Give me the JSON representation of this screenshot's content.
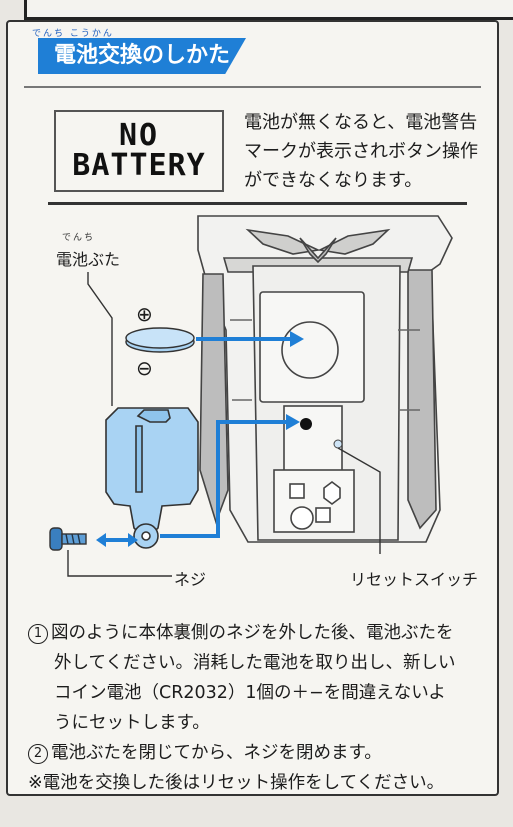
{
  "section": {
    "title_ruby": "でんち こうかん",
    "title": "電池交換のしかた"
  },
  "warning": {
    "icon_line1": "NO",
    "icon_line2": "BATTERY",
    "line1": "電池が無くなると、電池警告",
    "line2": "マークが表示されボタン操作",
    "line3": "ができなくなります。"
  },
  "diagram": {
    "battery_cover_ruby": "でんち",
    "battery_cover_label": "電池ぶた",
    "plus_symbol": "⊕",
    "minus_symbol": "⊖",
    "screw_label": "ネジ",
    "reset_switch_label": "リセットスイッチ"
  },
  "instructions": {
    "step1_number": "1",
    "step1_line1": "図のように本体裏側のネジを外した後、電池ぶたを",
    "step1_line2": "外してください。消耗した電池を取り出し、新しい",
    "step1_line3": "コイン電池（CR2032）1個の＋−を間違えないよ",
    "step1_line4": "うにセットします。",
    "step2_number": "2",
    "step2_text": "電池ぶたを閉じてから、ネジを閉めます。",
    "note": "※電池を交換した後はリセット操作をしてください。"
  },
  "colors": {
    "accent_blue": "#1f7fd6",
    "part_blue": "#a9d3f3"
  }
}
